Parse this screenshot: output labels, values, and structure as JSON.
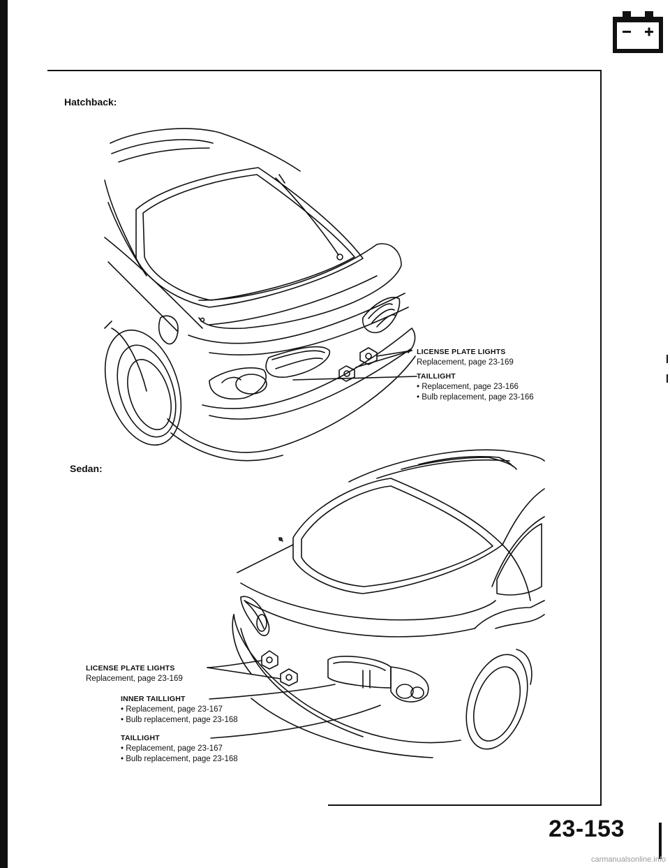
{
  "page": {
    "section_icon": "battery-icon",
    "page_number": "23-153",
    "watermark": "carmanualsonline.info"
  },
  "hatchback": {
    "heading": "Hatchback:",
    "license_plate_lights": {
      "title": "LICENSE PLATE LIGHTS",
      "lines": [
        "Replacement, page 23-169"
      ]
    },
    "taillight": {
      "title": "TAILLIGHT",
      "lines": [
        "• Replacement, page 23-166",
        "• Bulb replacement, page 23-166"
      ]
    }
  },
  "sedan": {
    "heading": "Sedan:",
    "license_plate_lights": {
      "title": "LICENSE PLATE LIGHTS",
      "lines": [
        "Replacement, page 23-169"
      ]
    },
    "inner_taillight": {
      "title": "INNER TAILLIGHT",
      "lines": [
        "• Replacement, page 23-167",
        "• Bulb replacement, page 23-168"
      ]
    },
    "taillight": {
      "title": "TAILLIGHT",
      "lines": [
        "• Replacement, page 23-167",
        "• Bulb replacement, page 23-168"
      ]
    }
  }
}
